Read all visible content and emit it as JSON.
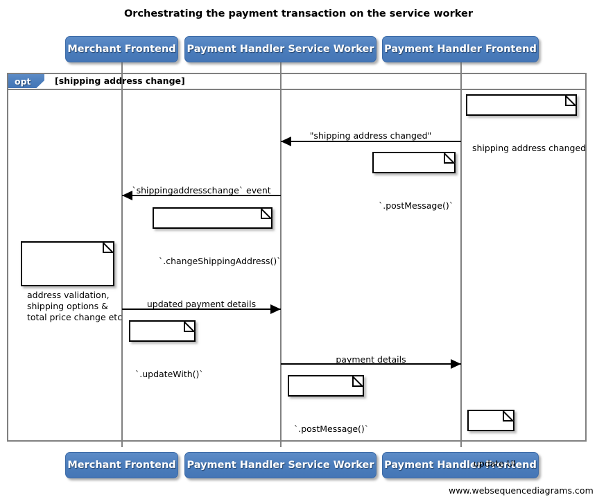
{
  "diagram": {
    "title": "Orchestrating the payment transaction on the service worker",
    "type": "uml-sequence-diagram",
    "credit": "www.websequencediagrams.com",
    "colors": {
      "actor_fill": "#4a7cbb",
      "actor_text": "#ffffff",
      "frame_border": "#808080",
      "lifeline": "#808080",
      "message": "#000000",
      "note_fill": "#ffffff",
      "note_border": "#000000"
    }
  },
  "actors": [
    {
      "id": "merchant-frontend",
      "label": "Merchant Frontend"
    },
    {
      "id": "payment-handler-service-worker",
      "label": "Payment Handler Service Worker"
    },
    {
      "id": "payment-handler-frontend",
      "label": "Payment Handler Frontend"
    }
  ],
  "frame": {
    "operator": "opt",
    "condition": "[shipping address change]"
  },
  "messages": [
    {
      "id": "msg-shipping-address-changed",
      "label": "\"shipping address changed\"",
      "from": "payment-handler-frontend",
      "to": "payment-handler-service-worker",
      "direction": "left"
    },
    {
      "id": "msg-shippingaddresschange-event",
      "label": "`shippingaddresschange` event",
      "from": "payment-handler-service-worker",
      "to": "merchant-frontend",
      "direction": "left"
    },
    {
      "id": "msg-updated-payment-details",
      "label": "updated payment details",
      "from": "merchant-frontend",
      "to": "payment-handler-service-worker",
      "direction": "right"
    },
    {
      "id": "msg-payment-details",
      "label": "payment details",
      "from": "payment-handler-service-worker",
      "to": "payment-handler-frontend",
      "direction": "right"
    }
  ],
  "notes": [
    {
      "id": "note-shipping-address-changed",
      "text": "shipping address changed"
    },
    {
      "id": "note-post-message-1",
      "text": "`.postMessage()`"
    },
    {
      "id": "note-change-shipping-address",
      "text": "`.changeShippingAddress()`"
    },
    {
      "id": "note-address-validation",
      "text": "address validation,\nshipping options &\ntotal price change etc"
    },
    {
      "id": "note-update-with",
      "text": "`.updateWith()`"
    },
    {
      "id": "note-post-message-2",
      "text": "`.postMessage()`"
    },
    {
      "id": "note-update-ui",
      "text": "update UI"
    }
  ],
  "footer_actors": [
    {
      "id": "merchant-frontend-footer",
      "label": "Merchant Frontend"
    },
    {
      "id": "payment-handler-service-worker-footer",
      "label": "Payment Handler Service Worker"
    },
    {
      "id": "payment-handler-frontend-footer",
      "label": "Payment Handler Frontend"
    }
  ]
}
